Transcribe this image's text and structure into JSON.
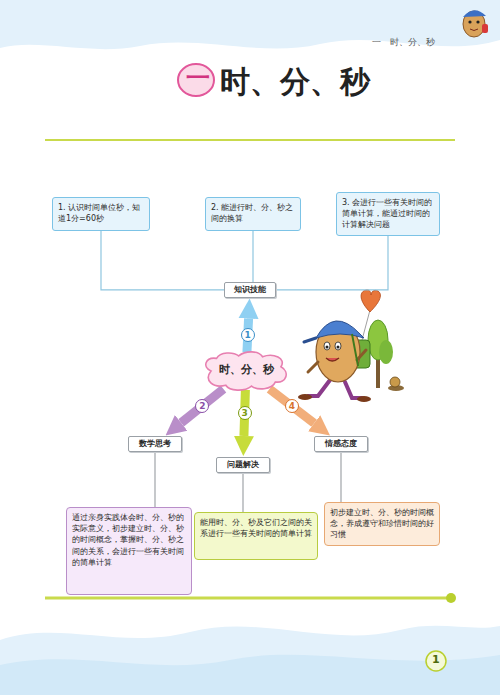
{
  "diagram": {
    "title": "时、分、秒",
    "nodes": [
      {
        "text": [
          "1. 认识时间单位秒，知道1分=60秒"
        ]
      },
      {
        "text": [
          "2. 能进行时、分、秒之间的换算"
        ]
      },
      {
        "text": [
          "3. 会进行一些有关时间的简单计算，能通过时间的计算解决问题"
        ]
      },
      {
        "text": [
          "知识技能"
        ]
      },
      {
        "text": [
          "时、分、秒"
        ]
      },
      {
        "text": [
          "数学思考"
        ]
      },
      {
        "text": [
          "问题解决"
        ]
      },
      {
        "text": [
          "情感态度"
        ]
      },
      {
        "text": [
          "通过亲身实践体会时、分、秒的实际意义，初步建立时、分、秒的时间概念，掌握时、分、秒之间的关系，会进行一些有关时间的简单计算"
        ]
      },
      {
        "text": [
          "能用时、分、秒及它们之间的关系进行一些有关时间的简单计算"
        ]
      },
      {
        "text": [
          "初步建立时、分、秒的时间概念，养成遵守和珍惜时间的好习惯"
        ]
      }
    ],
    "edges": [
      {
        "from": 0,
        "to": 3,
        "arrow": "none"
      },
      {
        "from": 1,
        "to": 3,
        "arrow": "none"
      },
      {
        "from": 2,
        "to": 3,
        "arrow": "none"
      },
      {
        "from": 4,
        "to": 3,
        "label": "1",
        "arrow": "to"
      },
      {
        "from": 4,
        "to": 5,
        "label": "2",
        "arrow": "to"
      },
      {
        "from": 4,
        "to": 6,
        "label": "3",
        "arrow": "to"
      },
      {
        "from": 4,
        "to": 7,
        "label": "4",
        "arrow": "to"
      },
      {
        "from": 5,
        "to": 8,
        "arrow": "none"
      },
      {
        "from": 6,
        "to": 9,
        "arrow": "none"
      },
      {
        "from": 7,
        "to": 10,
        "arrow": "none"
      }
    ],
    "labels": [
      "一　时、分、秒",
      "一",
      "1"
    ]
  }
}
